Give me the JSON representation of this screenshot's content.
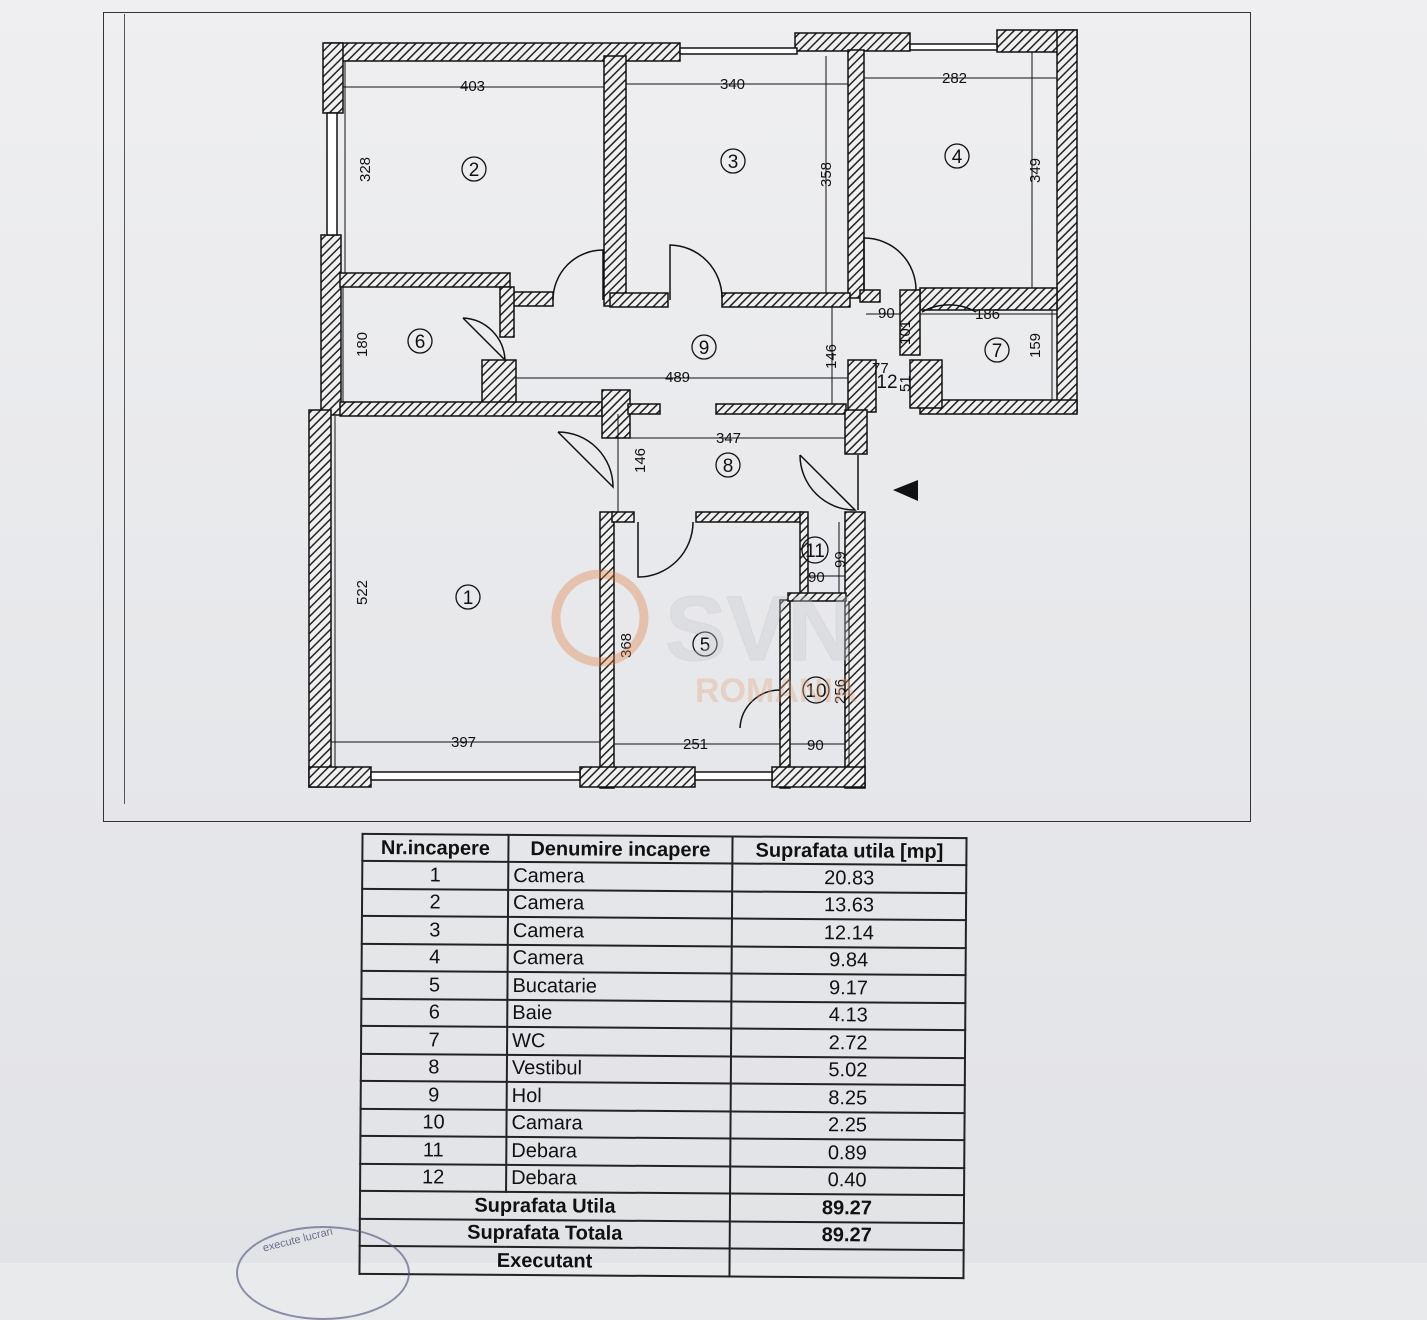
{
  "dimensions": {
    "r2_w": "403",
    "r2_h": "328",
    "r3_w": "340",
    "r3_h": "358",
    "r4_w": "282",
    "r4_h": "349",
    "r6_h": "180",
    "hol_w": "489",
    "hol_h": "146",
    "d12_w": "90",
    "d12_h": "101",
    "d12_a": "77",
    "d12_b": "51",
    "wc_w": "186",
    "wc_h": "159",
    "vest_w": "347",
    "vest_h": "146",
    "r1_h": "522",
    "r1_w": "397",
    "r5_h": "368",
    "r5_w": "251",
    "d11_w": "90",
    "d11_h": "99",
    "r10_w": "90",
    "r10_h": "256"
  },
  "room_markers": [
    "1",
    "2",
    "3",
    "4",
    "5",
    "6",
    "7",
    "8",
    "9",
    "10",
    "11",
    "12"
  ],
  "watermark": {
    "brand": "SVN",
    "sub": "ROMANIA"
  },
  "table": {
    "headers": [
      "Nr.incapere",
      "Denumire incapere",
      "Suprafata utila [mp]"
    ],
    "rows": [
      {
        "nr": "1",
        "name": "Camera",
        "area": "20.83"
      },
      {
        "nr": "2",
        "name": "Camera",
        "area": "13.63"
      },
      {
        "nr": "3",
        "name": "Camera",
        "area": "12.14"
      },
      {
        "nr": "4",
        "name": "Camera",
        "area": "9.84"
      },
      {
        "nr": "5",
        "name": "Bucatarie",
        "area": "9.17"
      },
      {
        "nr": "6",
        "name": "Baie",
        "area": "4.13"
      },
      {
        "nr": "7",
        "name": "WC",
        "area": "2.72"
      },
      {
        "nr": "8",
        "name": "Vestibul",
        "area": "5.02"
      },
      {
        "nr": "9",
        "name": "Hol",
        "area": "8.25"
      },
      {
        "nr": "10",
        "name": "Camara",
        "area": "2.25"
      },
      {
        "nr": "11",
        "name": "Debara",
        "area": "0.89"
      },
      {
        "nr": "12",
        "name": "Debara",
        "area": "0.40"
      }
    ],
    "util_label": "Suprafata Utila",
    "util_value": "89.27",
    "total_label": "Suprafata Totala",
    "total_value": "89.27",
    "executant_label": "Executant"
  },
  "stamp_text": "execute lucrari"
}
